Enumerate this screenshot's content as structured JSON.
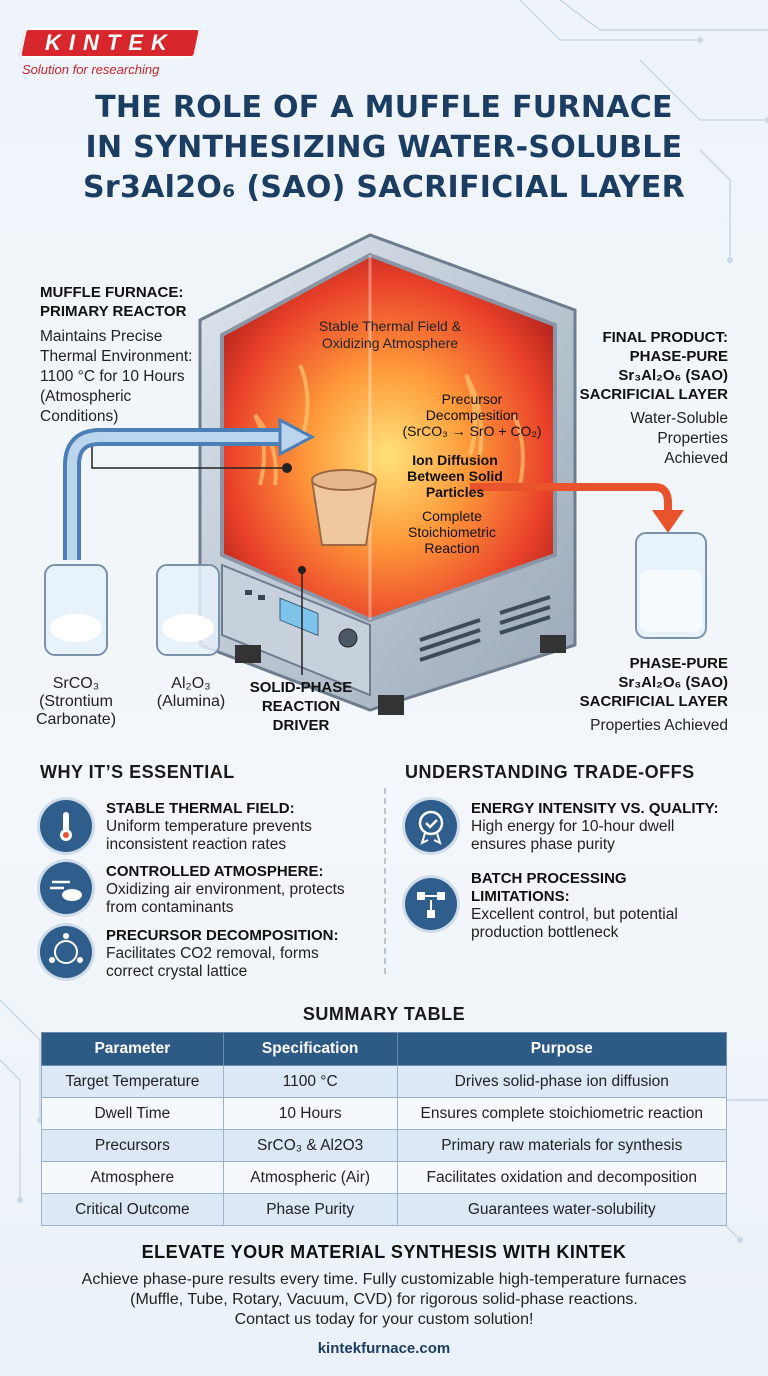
{
  "brand": {
    "logo_text": "KINTEK",
    "tagline": "Solution for researching",
    "website": "kintekfurnace.com"
  },
  "title_lines": [
    "THE ROLE OF A MUFFLE FURNACE",
    "IN SYNTHESIZING WATER-SOLUBLE",
    "Sr3Al2O₆ (SAO) SACRIFICIAL LAYER"
  ],
  "diagram": {
    "reactor": {
      "heading_1": "MUFFLE FURNACE:",
      "heading_2": "PRIMARY REACTOR",
      "body": [
        "Maintains Precise",
        "Thermal Environment:",
        "1100 °C for 10 Hours",
        "(Atmospheric",
        "Conditions)"
      ]
    },
    "top_label": [
      "Stable Thermal Field &",
      "Oxidizing Atmosphere"
    ],
    "process": {
      "step1": [
        "Precursor",
        "Decompesition",
        "(SrCO₃ → SrO + CO₂)"
      ],
      "step2": [
        "Ion Diffusion",
        "Between Solid",
        "Particles"
      ],
      "step3": [
        "Complete",
        "Stoichiometric",
        "Reaction"
      ]
    },
    "final_product": {
      "heading": [
        "FINAL PRODUCT:",
        "PHASE-PURE",
        "Sr₃Al₂O₆ (SAO)",
        "SACRIFICIAL LAYER"
      ],
      "body": [
        "Water-Soluble",
        "Properties",
        "Achieved"
      ]
    },
    "precursor_1": {
      "formula": "SrCO₃",
      "name": [
        "(Strontium",
        "Carbonate)"
      ]
    },
    "precursor_2": {
      "formula": "Al₂O₃",
      "name": [
        "(Alumina)"
      ]
    },
    "driver_label": [
      "SOLID-PHASE",
      "REACTION",
      "DRIVER"
    ],
    "product_caption": [
      "PHASE-PURE",
      "Sr₃Al₂O₆ (SAO)",
      "SACRIFICIAL LAYER"
    ],
    "product_sub": "Properties Achieved"
  },
  "why_essential": {
    "heading": "WHY IT’S ESSENTIAL",
    "items": [
      {
        "icon": "thermometer-icon",
        "title": "STABLE THERMAL FIELD:",
        "body": [
          "Uniform temperature prevents",
          "inconsistent reaction rates"
        ]
      },
      {
        "icon": "wind-cloud-icon",
        "title": "CONTROLLED ATMOSPHERE:",
        "body": [
          "Oxidizing air environment, protects",
          "from contaminants"
        ]
      },
      {
        "icon": "molecule-icon",
        "title": "PRECURSOR DECOMPOSITION:",
        "body": [
          "Facilitates CO2 removal, forms",
          "correct crystal lattice"
        ]
      }
    ]
  },
  "tradeoffs": {
    "heading": "UNDERSTANDING TRADE-OFFS",
    "items": [
      {
        "icon": "quality-badge-icon",
        "title": "ENERGY INTENSITY VS. QUALITY:",
        "body": [
          "High energy for 10-hour dwell",
          "ensures phase purity"
        ]
      },
      {
        "icon": "process-flow-icon",
        "title": "BATCH PROCESSING",
        "title2": "LIMITATIONS:",
        "body": [
          "Excellent control, but potential",
          "production bottleneck"
        ]
      }
    ]
  },
  "summary": {
    "heading": "SUMMARY TABLE",
    "columns": [
      "Parameter",
      "Specification",
      "Purpose"
    ],
    "rows": [
      [
        "Target Temperature",
        "1100 °C",
        "Drives solid-phase ion diffusion"
      ],
      [
        "Dwell Time",
        "10 Hours",
        "Ensures complete stoichiometric reaction"
      ],
      [
        "Precursors",
        "SrCO₃ & Al2O3",
        "Primary raw materials for synthesis"
      ],
      [
        "Atmosphere",
        "Atmospheric (Air)",
        "Facilitates oxidation and decomposition"
      ],
      [
        "Critical Outcome",
        "Phase Purity",
        "Guarantees water-solubility"
      ]
    ]
  },
  "footer": {
    "heading": "ELEVATE YOUR MATERIAL SYNTHESIS WITH KINTEK",
    "body": [
      "Achieve phase-pure results every time. Fully customizable high-temperature furnaces",
      "(Muffle, Tube, Rotary, Vacuum, CVD) for rigorous solid-phase reactions.",
      "Contact us today for your custom solution!"
    ]
  },
  "colors": {
    "brand_red": "#d8262d",
    "navy": "#1c3d62",
    "table_header": "#2e5a86",
    "furnace_glow": "#f36b2a"
  }
}
